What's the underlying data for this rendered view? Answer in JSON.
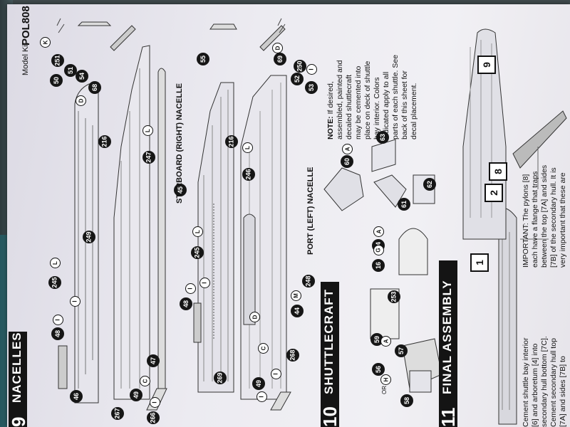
{
  "header": {
    "model_kit_label": "Model Kit",
    "model_kit_number": "POL808"
  },
  "sections": [
    {
      "number": "9",
      "title": "NACELLES"
    },
    {
      "number": "10",
      "title": "SHUTTLECRAFT"
    },
    {
      "number": "11",
      "title": "FINAL ASSEMBLY"
    }
  ],
  "labels": {
    "starboard": "STARBOARD (RIGHT) NACELLE",
    "port": "PORT (LEFT) NACELLE",
    "or": "OR"
  },
  "shuttle_note": {
    "bold_lead": "NOTE:",
    "lines": [
      "If desired,",
      "assembled, painted and",
      "decaled shuttlecraft",
      "may be cemented into",
      "place on deck of shuttle",
      "bay interior. Colors",
      "indicated apply to all",
      "parts of each shuttle. See",
      "back of this sheet for",
      "decal placement."
    ]
  },
  "important_note": {
    "lines": [
      "IMPORTANT: The pylons [8]",
      "each have a flange that traps",
      "between the top [7A] and sides",
      "[7B] of the secondary hull. It is",
      "very important that these are"
    ]
  },
  "final_assembly_text": {
    "lines": [
      "Cement shuttle bay interior",
      "[6] and arboretum [4] into",
      "secondary hull bottom [7C].",
      "Cement secondary hull top",
      "[7A] and sides [7B] to"
    ]
  },
  "callouts": {
    "s9": [
      "50",
      "251",
      "51",
      "54",
      "68",
      "55",
      "69",
      "52",
      "250",
      "53",
      "216",
      "247",
      "216",
      "246",
      "45",
      "249",
      "245",
      "245",
      "48",
      "48",
      "46",
      "47",
      "44",
      "248",
      "267",
      "49",
      "266",
      "269",
      "49",
      "268"
    ],
    "s10": [
      "60",
      "63",
      "61",
      "62",
      "64",
      "253",
      "16",
      "56",
      "59",
      "57",
      "58"
    ],
    "s11": [
      "1",
      "2",
      "8",
      "9"
    ]
  },
  "letters": {
    "s9": [
      "K",
      "D",
      "D",
      "I",
      "L",
      "L",
      "L",
      "L",
      "I",
      "I",
      "I",
      "I",
      "C",
      "C",
      "I",
      "I",
      "I",
      "D",
      "M"
    ],
    "s10": [
      "A",
      "A",
      "G",
      "A",
      "H"
    ]
  }
}
